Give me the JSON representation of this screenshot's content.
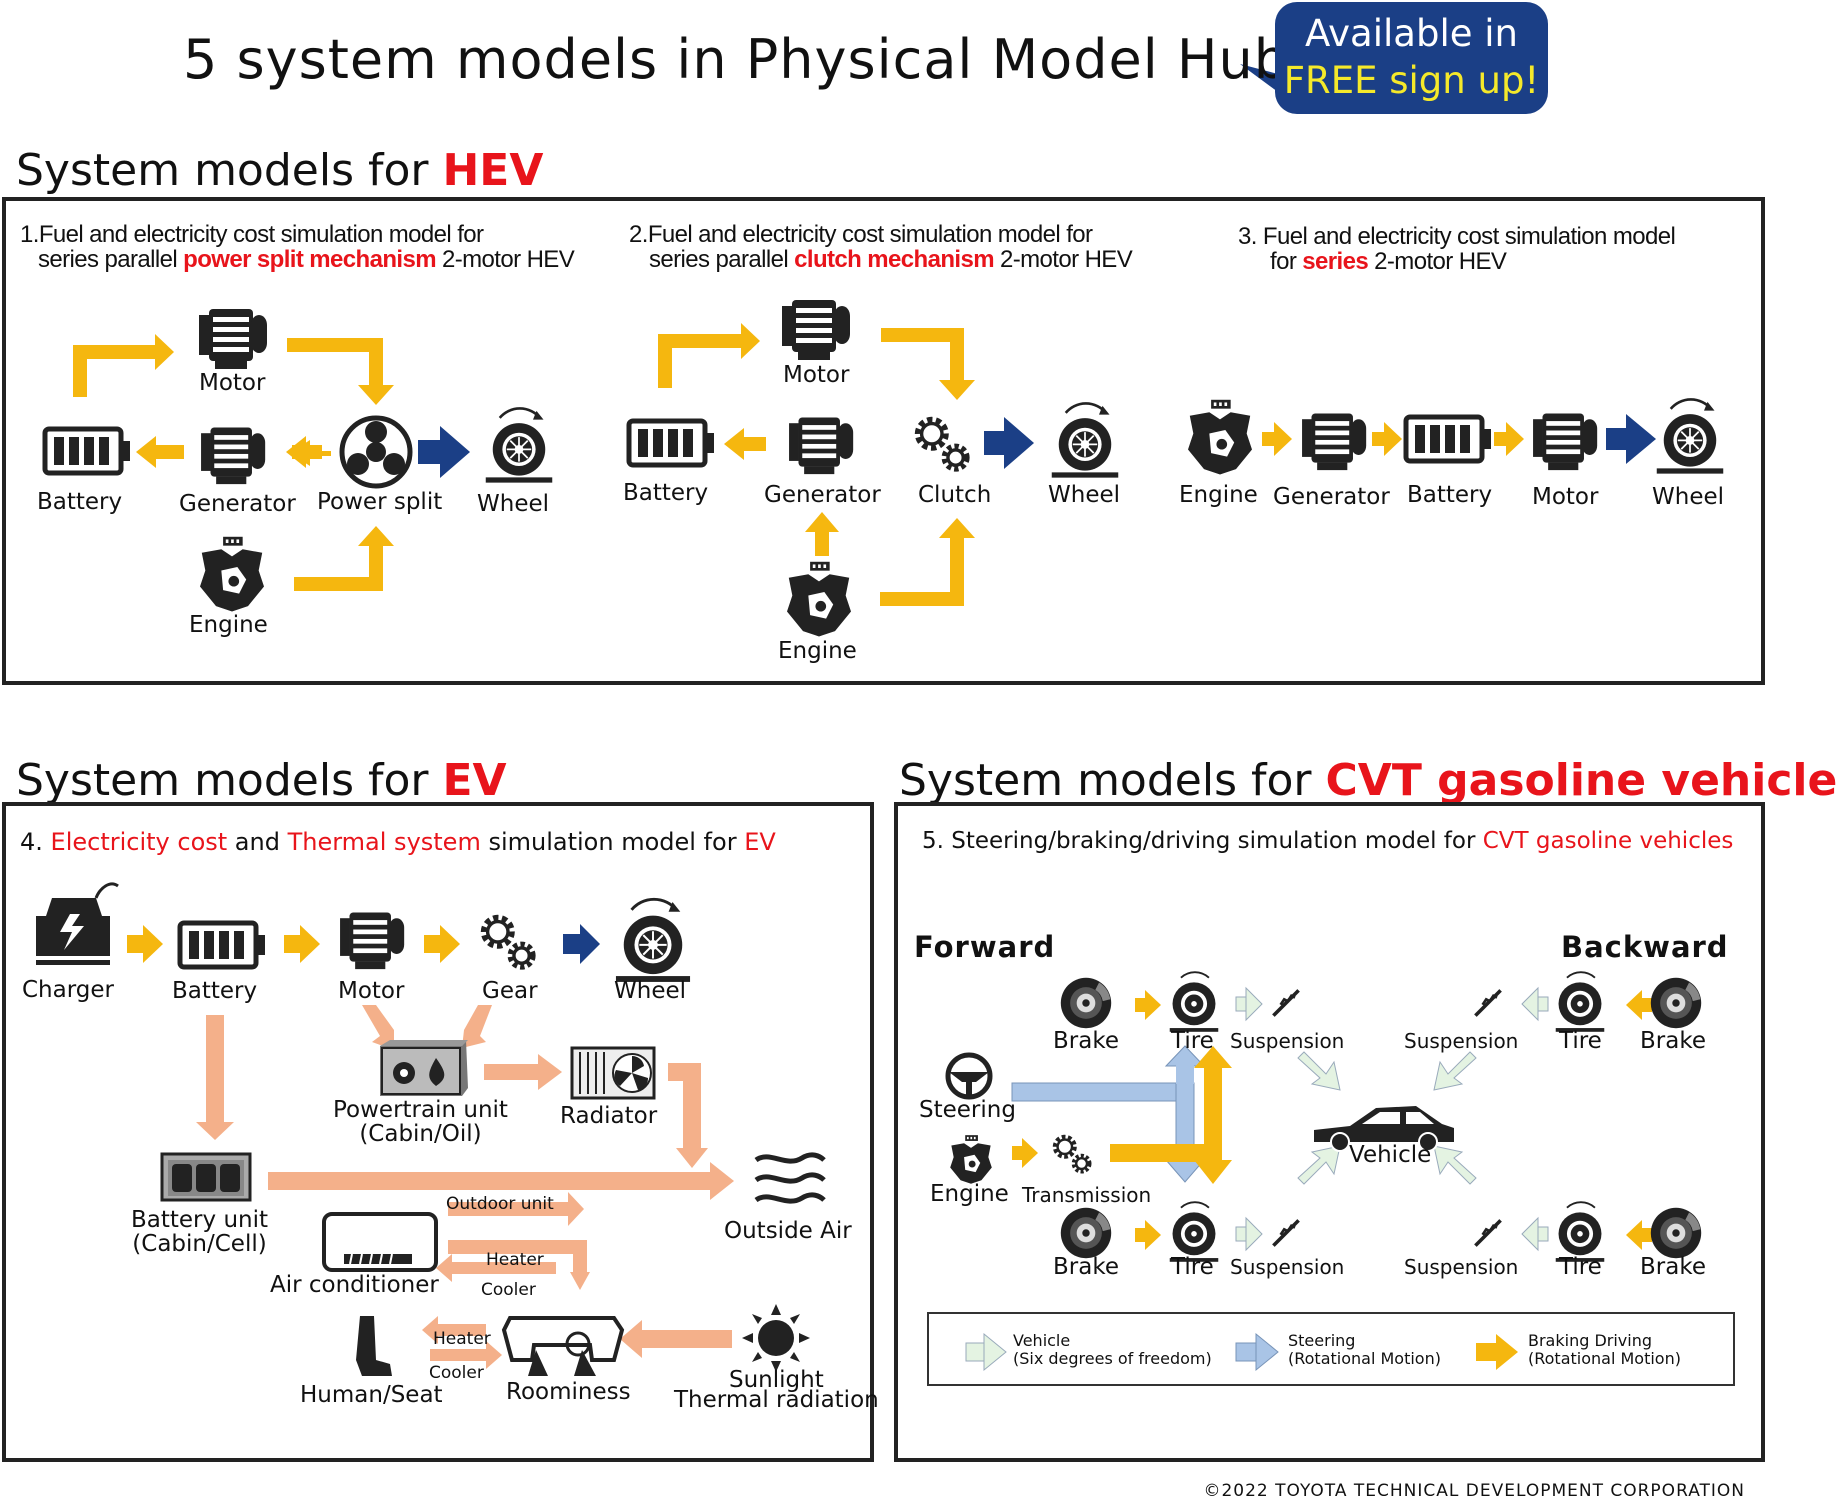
{
  "header": {
    "title": "5 system models in Physical Model Hub",
    "promo_line1": "Available in",
    "promo_line2": "FREE sign up!"
  },
  "hev": {
    "heading_prefix": "System models for ",
    "heading_highlight": "HEV",
    "model1": {
      "line1": "1.Fuel and electricity cost simulation model for",
      "line2_pre": "series parallel ",
      "line2_red": "power split mechanism",
      "line2_post": " 2-motor HEV",
      "labels": {
        "motor": "Motor",
        "battery": "Battery",
        "generator": "Generator",
        "power_split": "Power split",
        "wheel": "Wheel",
        "engine": "Engine"
      }
    },
    "model2": {
      "line1": "2.Fuel and electricity cost simulation model for",
      "line2_pre": "series parallel ",
      "line2_red": "clutch mechanism",
      "line2_post": " 2-motor HEV",
      "labels": {
        "motor": "Motor",
        "battery": "Battery",
        "generator": "Generator",
        "clutch": "Clutch",
        "wheel": "Wheel",
        "engine": "Engine"
      }
    },
    "model3": {
      "line1": "3. Fuel and electricity cost simulation model",
      "line2_pre": "for ",
      "line2_red": "series",
      "line2_post": " 2-motor HEV",
      "labels": {
        "engine": "Engine",
        "generator": "Generator",
        "battery": "Battery",
        "motor": "Motor",
        "wheel": "Wheel"
      }
    }
  },
  "ev": {
    "heading_prefix": "System models for ",
    "heading_highlight": "EV",
    "title_num": "4. ",
    "title_red1": "Electricity cost",
    "title_mid1": " and ",
    "title_red2": "Thermal system",
    "title_mid2": " simulation model for ",
    "title_red3": "EV",
    "labels": {
      "charger": "Charger",
      "battery": "Battery",
      "motor": "Motor",
      "gear": "Gear",
      "wheel": "Wheel",
      "powertrain1": "Powertrain unit",
      "powertrain2": "(Cabin/Oil)",
      "radiator": "Radiator",
      "battery_unit1": "Battery unit",
      "battery_unit2": "(Cabin/Cell)",
      "outside_air": "Outside Air",
      "outdoor_unit": "Outdoor unit",
      "air_conditioner": "Air conditioner",
      "heater": "Heater",
      "cooler": "Cooler",
      "heater2": "Heater",
      "cooler2": "Cooler",
      "human_seat": "Human/Seat",
      "roominess": "Roominess",
      "sunlight1": "Sunlight",
      "sunlight2": "Thermal radiation"
    }
  },
  "cvt": {
    "heading_prefix": "System models for ",
    "heading_highlight": "CVT gasoline vehicle",
    "title_pre": "5. Steering/braking/driving simulation model for ",
    "title_red": "CVT gasoline vehicles",
    "forward": "Forward",
    "backward": "Backward",
    "labels": {
      "brake_tl": "Brake",
      "tire_tl": "Tire",
      "susp_tl": "Suspension",
      "susp_tr": "Suspension",
      "tire_tr": "Tire",
      "brake_tr": "Brake",
      "steering": "Steering",
      "engine": "Engine",
      "transmission": "Transmission",
      "vehicle": "Vehicle",
      "brake_bl": "Brake",
      "tire_bl": "Tire",
      "susp_bl": "Suspension",
      "susp_br": "Suspension",
      "tire_br": "Tire",
      "brake_br": "Brake"
    },
    "legend": {
      "vehicle1": "Vehicle",
      "vehicle2": "(Six degrees of freedom)",
      "steering1": "Steering",
      "steering2": "(Rotational Motion)",
      "braking1": "Braking Driving",
      "braking2": "(Rotational Motion)"
    }
  },
  "footer": {
    "copyright": "©2022 TOYOTA TECHNICAL DEVELOPMENT CORPORATION"
  },
  "colors": {
    "yellow": "#f5b70f",
    "navy": "#1b3f86",
    "salmon": "#f4b08a",
    "light_blue": "#a9c4e6",
    "pale_green": "#e4f3e2",
    "red": "#e8141b"
  }
}
